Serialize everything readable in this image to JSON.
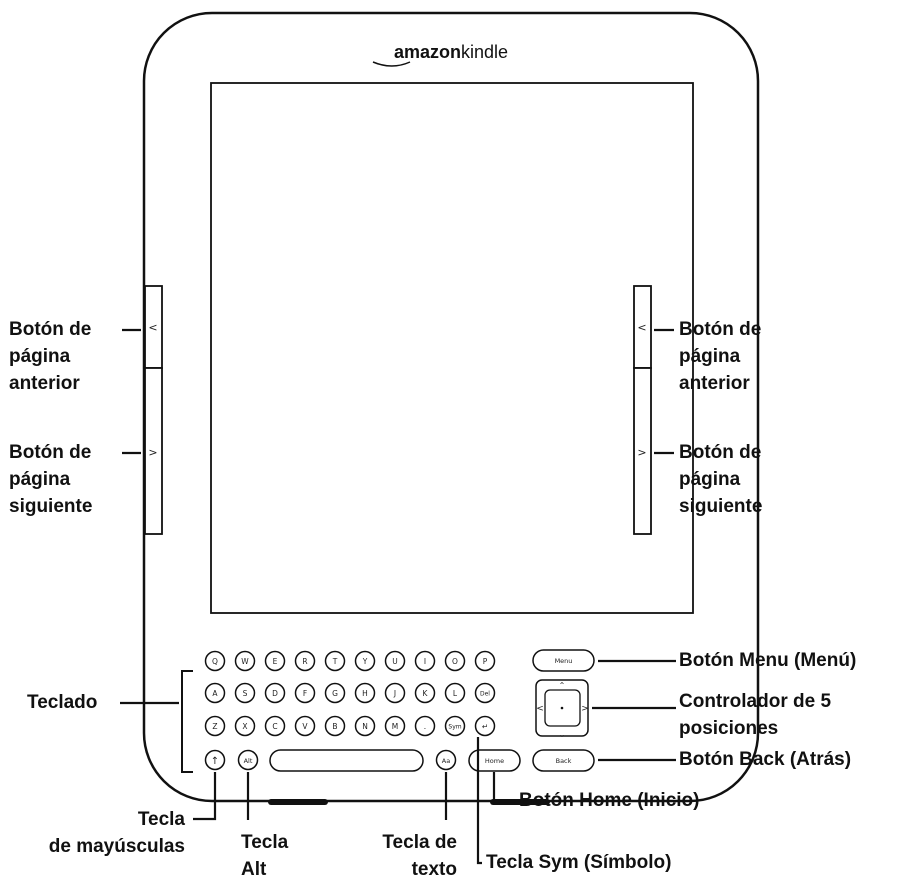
{
  "device": {
    "brand_prefix": "amazon",
    "brand_suffix": "kindle"
  },
  "keyboard": {
    "rows": [
      [
        "Q",
        "W",
        "E",
        "R",
        "T",
        "Y",
        "U",
        "I",
        "O",
        "P"
      ],
      [
        "A",
        "S",
        "D",
        "F",
        "G",
        "H",
        "J",
        "K",
        "L",
        "Del"
      ],
      [
        "Z",
        "X",
        "C",
        "V",
        "B",
        "N",
        "M",
        ".",
        "Sym",
        "↵"
      ]
    ],
    "shift_key": "↑",
    "alt_key": "Alt",
    "text_key": "Aa",
    "home_key": "Home",
    "menu_key": "Menu",
    "back_key": "Back",
    "page_prev_arrow": "<",
    "page_next_arrow": ">"
  },
  "labels": {
    "left_prev": [
      "Botón de",
      "página",
      "anterior"
    ],
    "left_next": [
      "Botón de",
      "página",
      "siguiente"
    ],
    "right_prev": [
      "Botón de",
      "página",
      "anterior"
    ],
    "right_next": [
      "Botón de",
      "página",
      "siguiente"
    ],
    "keyboard": "Teclado",
    "menu_button": "Botón Menu (Menú)",
    "controller": [
      "Controlador de 5",
      "posiciones"
    ],
    "back_button": "Botón Back (Atrás)",
    "home_button": "Botón Home (Inicio)",
    "sym_key": "Tecla Sym (Símbolo)",
    "shift_key": [
      "Tecla",
      "de mayúsculas"
    ],
    "alt_key": [
      "Tecla",
      "Alt"
    ],
    "text_key": [
      "Tecla de",
      "texto"
    ]
  }
}
